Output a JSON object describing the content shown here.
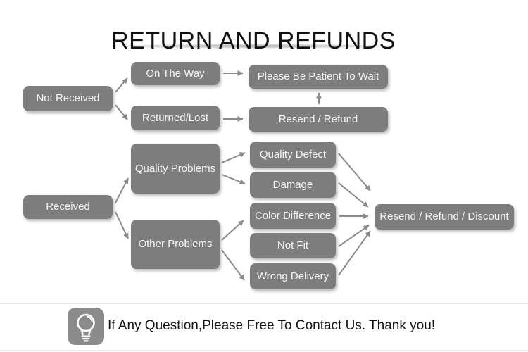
{
  "header": {
    "title": "RETURN AND REFUNDS"
  },
  "flow": {
    "nodes": {
      "not_received": {
        "label": "Not Received"
      },
      "on_the_way": {
        "label": "On The Way"
      },
      "returned_lost": {
        "label": "Returned/Lost"
      },
      "please_wait": {
        "label": "Please Be Patient To Wait"
      },
      "resend_refund": {
        "label": "Resend / Refund"
      },
      "received": {
        "label": "Received"
      },
      "quality_problems": {
        "label": "Quality Problems"
      },
      "other_problems": {
        "label": "Other Problems"
      },
      "quality_defect": {
        "label": "Quality Defect"
      },
      "damage": {
        "label": "Damage"
      },
      "color_difference": {
        "label": "Color Difference"
      },
      "not_fit": {
        "label": "Not Fit"
      },
      "wrong_delivery": {
        "label": "Wrong Delivery"
      },
      "resend_refund_discount": {
        "label": "Resend / Refund / Discount"
      }
    },
    "edges": [
      {
        "from": "Not Received",
        "to": "On The Way"
      },
      {
        "from": "Not Received",
        "to": "Returned/Lost"
      },
      {
        "from": "On The Way",
        "to": "Please Be Patient To Wait"
      },
      {
        "from": "Returned/Lost",
        "to": "Resend / Refund"
      },
      {
        "from": "Resend / Refund",
        "to": "Please Be Patient To Wait"
      },
      {
        "from": "Received",
        "to": "Quality Problems"
      },
      {
        "from": "Received",
        "to": "Other Problems"
      },
      {
        "from": "Quality Problems",
        "to": "Quality Defect"
      },
      {
        "from": "Quality Problems",
        "to": "Damage"
      },
      {
        "from": "Other Problems",
        "to": "Color Difference"
      },
      {
        "from": "Other Problems",
        "to": "Wrong Delivery"
      },
      {
        "from": "Quality Defect",
        "to": "Resend / Refund / Discount"
      },
      {
        "from": "Damage",
        "to": "Resend / Refund / Discount"
      },
      {
        "from": "Color Difference",
        "to": "Resend / Refund / Discount"
      },
      {
        "from": "Not Fit",
        "to": "Resend / Refund / Discount"
      },
      {
        "from": "Wrong Delivery",
        "to": "Resend / Refund / Discount"
      }
    ]
  },
  "footer": {
    "icon": "light-bulb-icon",
    "message": "If Any Question,Please Free To Contact Us. Thank you!"
  },
  "colors": {
    "node_bg": "#7d7d7d",
    "node_text": "#f6f6f6",
    "arrow": "#8a8a8a",
    "title_text": "#111111",
    "divider": "#e2e2e2",
    "badge_bg": "#8b8b8b"
  }
}
